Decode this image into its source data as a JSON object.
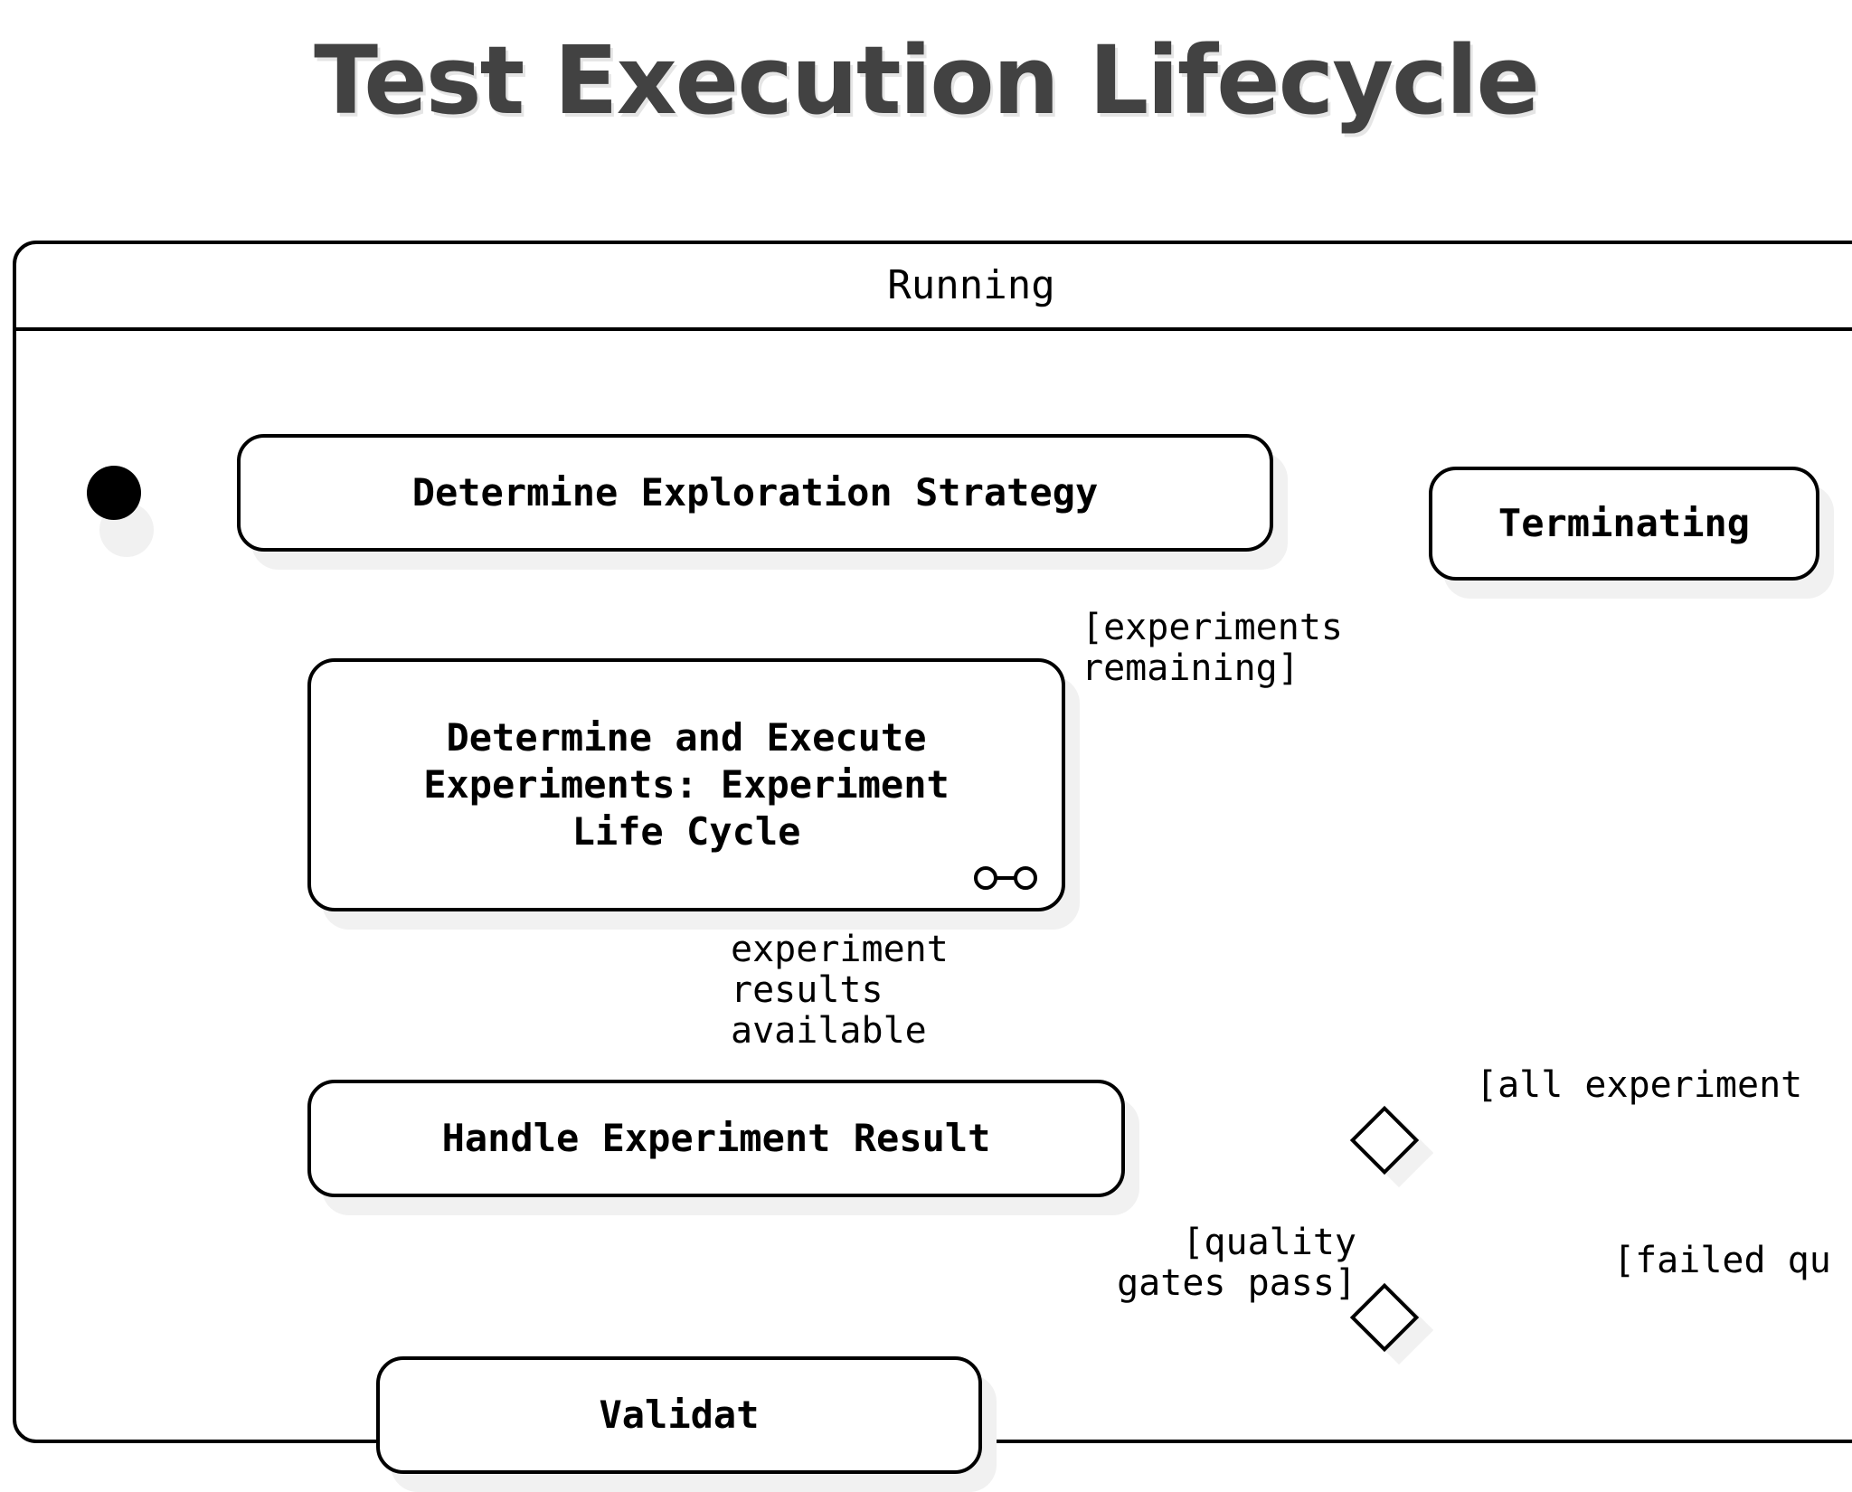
{
  "title": "Test Execution Lifecycle",
  "diagram": {
    "type": "uml-state-machine",
    "region": {
      "name": "Running"
    },
    "nodes": [
      {
        "id": "initial",
        "kind": "initial-pseudostate",
        "label": ""
      },
      {
        "id": "determine-exploration-strategy",
        "kind": "state",
        "label": "Determine Exploration Strategy"
      },
      {
        "id": "determine-and-execute-experiments",
        "kind": "composite-state",
        "label": "Determine and Execute\nExperiments: Experiment\nLife Cycle",
        "icon": "submachine-icon"
      },
      {
        "id": "handle-experiment-result",
        "kind": "state",
        "label": "Handle Experiment Result"
      },
      {
        "id": "validate",
        "kind": "state",
        "label": "Validat"
      },
      {
        "id": "terminating",
        "kind": "state",
        "label": "Terminating"
      },
      {
        "id": "decision-all-experiments",
        "kind": "decision",
        "label": ""
      },
      {
        "id": "decision-quality-gates",
        "kind": "decision",
        "label": ""
      }
    ],
    "edge_labels": [
      {
        "id": "experiments-remaining",
        "text": "[experiments\nremaining]"
      },
      {
        "id": "experiment-results-available",
        "text": "experiment\nresults\navailable"
      },
      {
        "id": "all-experiments",
        "text": "[all experiment"
      },
      {
        "id": "quality-gates-pass",
        "text": "[quality\ngates pass]"
      },
      {
        "id": "failed-quality",
        "text": "[failed qu"
      }
    ],
    "colors": {
      "stroke": "#000000",
      "fill": "#ffffff",
      "shadow": "#f1f1f1",
      "title": "#424242"
    }
  }
}
